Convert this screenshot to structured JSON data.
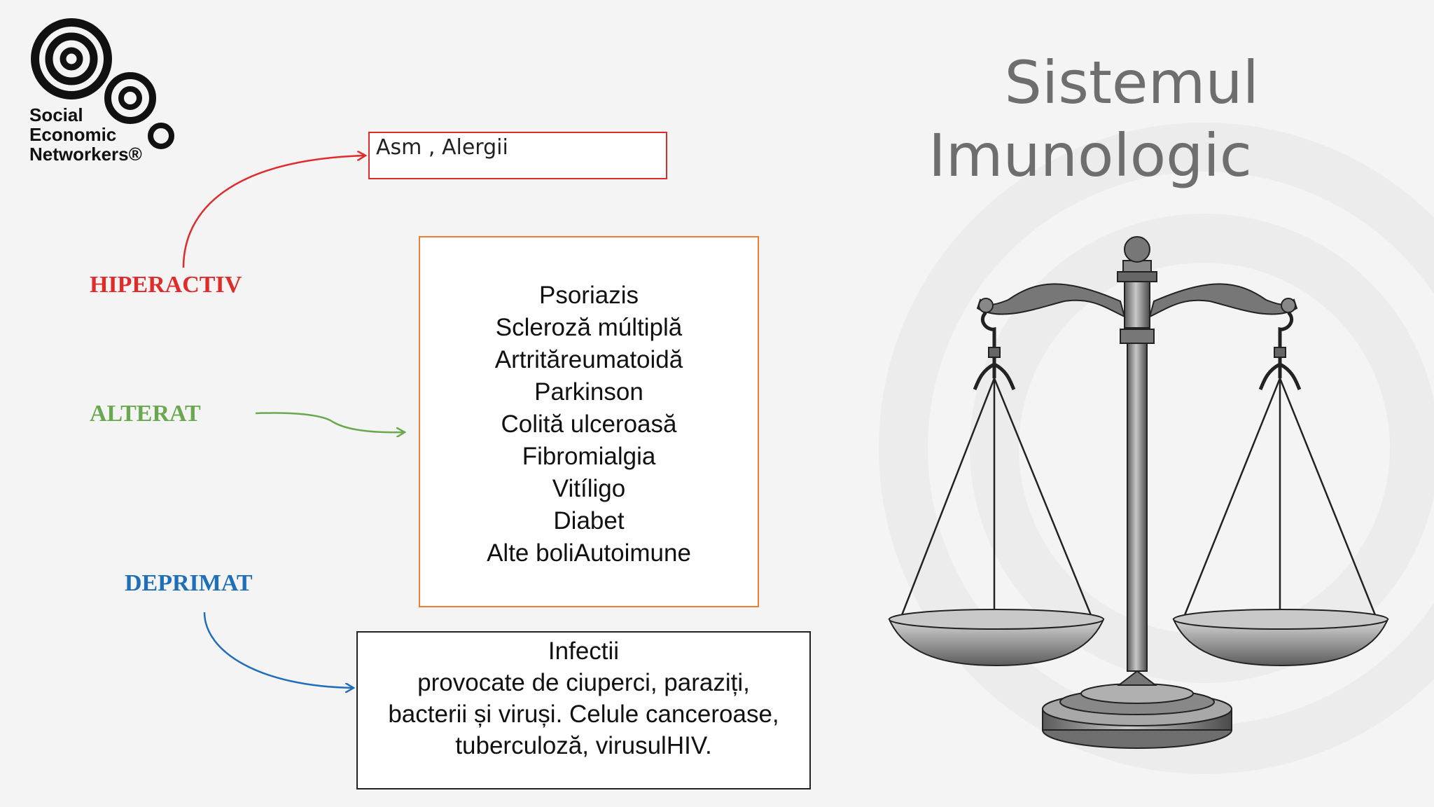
{
  "slide": {
    "title_line1": "Sistemul",
    "title_line2": "Imunologic"
  },
  "logo": {
    "icon": "concentric-circles-logo-icon",
    "lines": [
      "Social",
      "Economic",
      "Networkers®"
    ]
  },
  "states": {
    "hyperactive": {
      "label": "HIPERACTIV",
      "color": "#e02b2b"
    },
    "altered": {
      "label": "ALTERAT",
      "color": "#6aa84f"
    },
    "depressed": {
      "label": "DEPRIMAT",
      "color": "#1f6fb8"
    }
  },
  "boxes": {
    "hyperactive": {
      "text": "Asm , Alergii"
    },
    "altered": {
      "items": [
        "Psoriazis",
        "Scleroză múltiplă",
        "Artrităreumatoidă",
        "Parkinson",
        "Colită ulceroasă",
        "Fibromialgia",
        "Vitíligo",
        "Diabet",
        "Alte boliAutoimune"
      ]
    },
    "depressed": {
      "lines": [
        "Infectii",
        "provocate de ciuperci, paraziți,",
        "bacterii și viruși. Celule  canceroase,",
        "tuberculoză, virusulHIV."
      ]
    }
  },
  "illustration": {
    "icon": "balance-scale-icon"
  }
}
